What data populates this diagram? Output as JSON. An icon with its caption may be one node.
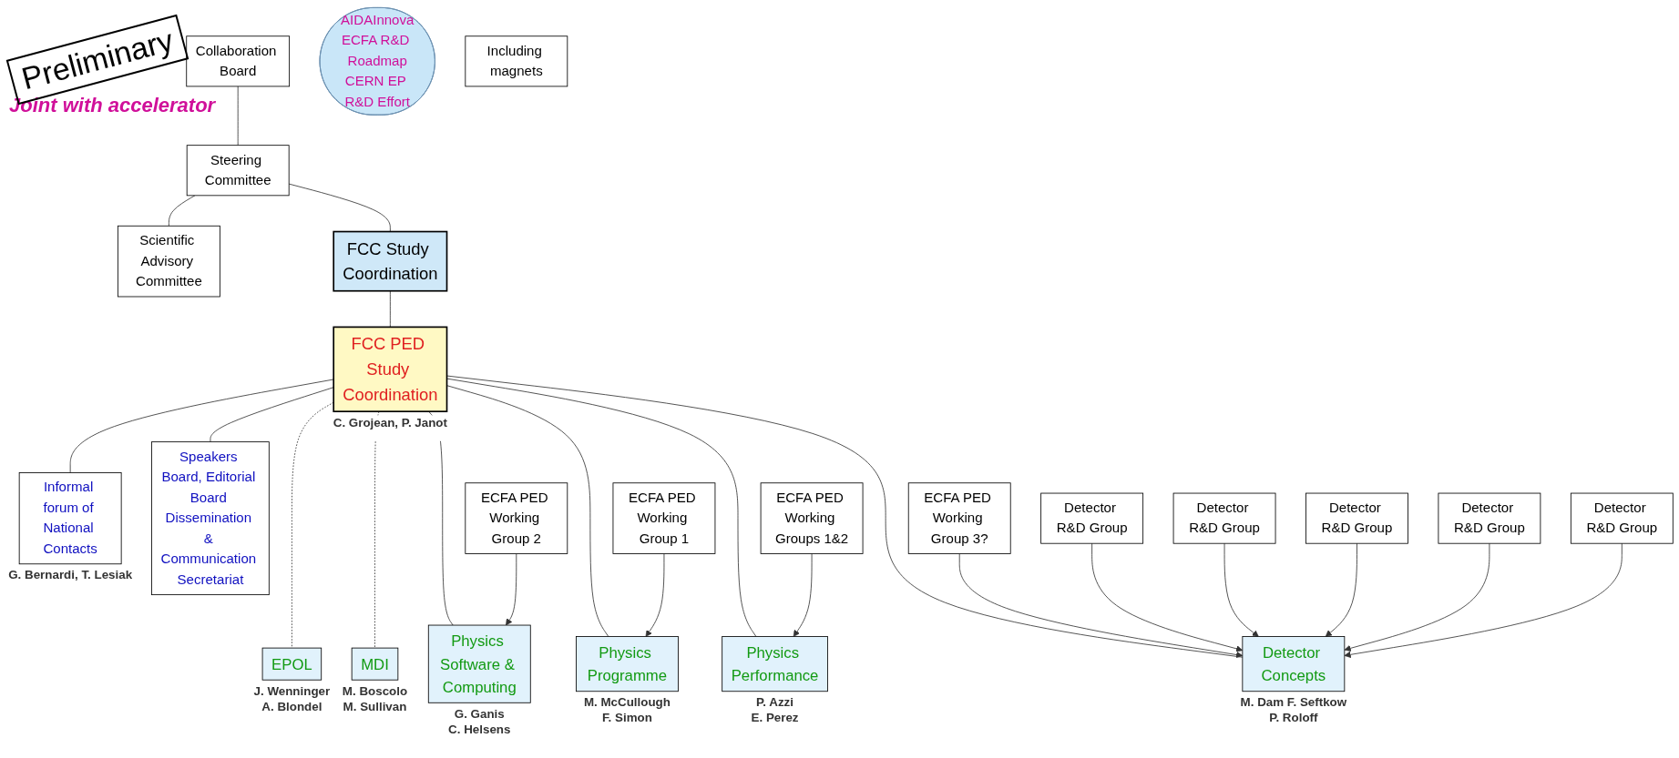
{
  "diagram": {
    "nodes": [
      {
        "text": [
          "Collaboration Board"
        ]
      },
      {
        "text": [
          "Steering Committee"
        ]
      },
      {
        "text": [
          "Scientific Advisory Committee"
        ]
      },
      {
        "text": [
          "FCC Study Coordination"
        ]
      },
      {
        "text": [
          "FCC PED Study Coordination"
        ],
        "beside": [
          "C. Grojean, P. Janot"
        ]
      },
      {
        "text": [
          "Informal forum of National Contacts"
        ],
        "beside": [
          "G. Bernardi, T. Lesiak"
        ]
      },
      {
        "text": [
          "Speakers Board, Editorial Board Dissemination & Communication Secretariat"
        ]
      },
      {
        "text": [
          "AIDAInnova",
          "ECFA R&D Roadmap",
          "CERN EP R&D Effort"
        ]
      },
      {
        "text": [
          "EPOL"
        ],
        "beside": [
          "J. Wenninger",
          "A. Blondel"
        ]
      },
      {
        "text": [
          "MDI"
        ],
        "beside": [
          "M. Boscolo",
          "M. Sullivan"
        ]
      },
      {
        "text": [
          "Physics Software & Computing"
        ],
        "beside": [
          "G. Ganis",
          "C. Helsens"
        ]
      },
      {
        "text": [
          "Physics Programme"
        ],
        "beside": [
          "M. McCullough",
          "F. Simon"
        ]
      },
      {
        "text": [
          "Physics Performance"
        ],
        "beside": [
          "P. Azzi",
          "E. Perez"
        ]
      },
      {
        "text": [
          "Detector Concepts"
        ],
        "beside": [
          "M. Dam F. Seftkow",
          "P. Roloff"
        ]
      },
      {
        "text": [
          "Including magnets"
        ]
      },
      {
        "text": [
          "ECFA PED Working Group 2"
        ]
      },
      {
        "text": [
          "ECFA PED Working Group 1"
        ]
      },
      {
        "text": [
          "ECFA PED Working Groups 1&2"
        ]
      },
      {
        "text": [
          "ECFA PED Working Group 3?"
        ]
      },
      {
        "text": [
          "Detector R&D Group"
        ]
      },
      {
        "text": [
          "Detector R&D Group"
        ]
      },
      {
        "text": [
          "Detector R&D Group"
        ]
      },
      {
        "text": [
          "Detector R&D Group"
        ]
      },
      {
        "text": [
          "Detector R&D Group"
        ]
      }
    ],
    "edges": [
      {
        "from": 0,
        "to": 1,
        "arrow": "none"
      },
      {
        "from": 1,
        "to": 2,
        "arrow": "none"
      },
      {
        "from": 1,
        "to": 3,
        "arrow": "none"
      },
      {
        "from": 3,
        "to": 4,
        "arrow": "none"
      },
      {
        "from": 4,
        "to": 5,
        "arrow": "none"
      },
      {
        "from": 4,
        "to": 6,
        "arrow": "none"
      },
      {
        "from": 4,
        "to": 8,
        "arrow": "none",
        "style": "dashed"
      },
      {
        "from": 4,
        "to": 9,
        "arrow": "none",
        "style": "dashed"
      },
      {
        "from": 4,
        "to": 10,
        "arrow": "none"
      },
      {
        "from": 4,
        "to": 11,
        "arrow": "none"
      },
      {
        "from": 4,
        "to": 12,
        "arrow": "none"
      },
      {
        "from": 4,
        "to": 13,
        "arrow": "none"
      },
      {
        "from": 15,
        "to": 10,
        "arrow": "to"
      },
      {
        "from": 16,
        "to": 11,
        "arrow": "to"
      },
      {
        "from": 17,
        "to": 12,
        "arrow": "to"
      },
      {
        "from": 18,
        "to": 13,
        "arrow": "to"
      },
      {
        "from": 19,
        "to": 13,
        "arrow": "to"
      },
      {
        "from": 20,
        "to": 13,
        "arrow": "to"
      },
      {
        "from": 21,
        "to": 13,
        "arrow": "to"
      },
      {
        "from": 22,
        "to": 13,
        "arrow": "to"
      },
      {
        "from": 23,
        "to": 13,
        "arrow": "to"
      }
    ],
    "labels": [
      "Preliminary",
      "Joint with accelerator"
    ]
  }
}
